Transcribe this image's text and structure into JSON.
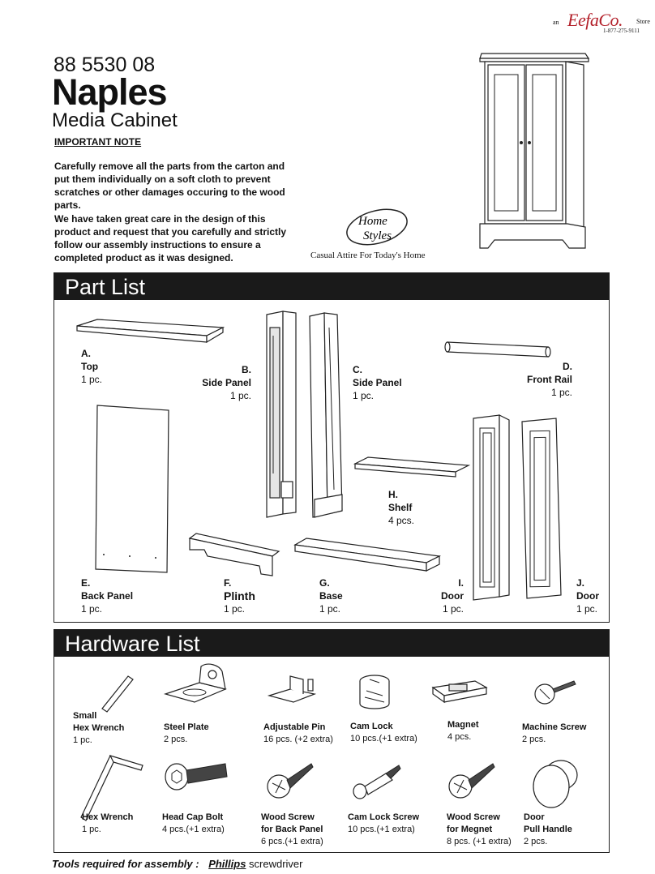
{
  "brand": {
    "prefix": "an",
    "logo": "EefaCo.",
    "suffix": "Store",
    "phone": "1-877-275-9111"
  },
  "header": {
    "model_number": "88 5530 08",
    "product_name": "Naples",
    "subtitle": "Media Cabinet"
  },
  "note": {
    "heading": "IMPORTANT NOTE",
    "paragraph1": "Carefully remove all the parts from the carton and put them individually on a soft cloth to prevent scratches or other damages occuring to the wood parts.",
    "paragraph2": "We have taken great care in the design of this product and request that you carefully and strictly follow our assembly instructions to ensure a completed product as it was designed."
  },
  "homestyles": {
    "logo_line1": "Home",
    "logo_line2": "Styles",
    "tagline": "Casual Attire For  Today's Home"
  },
  "part_list": {
    "title": "Part List",
    "parts": [
      {
        "letter": "A.",
        "name": "Top",
        "qty": "1 pc."
      },
      {
        "letter": "B.",
        "name": "Side Panel",
        "qty": "1 pc."
      },
      {
        "letter": "C.",
        "name": "Side Panel",
        "qty": "1 pc."
      },
      {
        "letter": "D.",
        "name": "Front Rail",
        "qty": "1 pc."
      },
      {
        "letter": "E.",
        "name": "Back Panel",
        "qty": "1 pc."
      },
      {
        "letter": "F.",
        "name": "Plinth",
        "qty": "1 pc."
      },
      {
        "letter": "G.",
        "name": "Base",
        "qty": "1 pc."
      },
      {
        "letter": "H.",
        "name": "Shelf",
        "qty": "4 pcs."
      },
      {
        "letter": "I.",
        "name": "Door",
        "qty": "1 pc."
      },
      {
        "letter": "J.",
        "name": "Door",
        "qty": "1 pc."
      }
    ]
  },
  "hardware_list": {
    "title": "Hardware List",
    "items": [
      {
        "line1": "Small",
        "line2": "Hex Wrench",
        "qty": "1 pc."
      },
      {
        "line1": "Steel Plate",
        "line2": "",
        "qty": "2 pcs."
      },
      {
        "line1": "Adjustable Pin",
        "line2": "",
        "qty": "16 pcs. (+2 extra)"
      },
      {
        "line1": "Cam Lock",
        "line2": "",
        "qty": "10 pcs.(+1 extra)"
      },
      {
        "line1": "Magnet",
        "line2": "",
        "qty": "4 pcs."
      },
      {
        "line1": "Machine Screw",
        "line2": "",
        "qty": "2 pcs."
      },
      {
        "line1": "Hex Wrench",
        "line2": "",
        "qty": "1 pc."
      },
      {
        "line1": "Head Cap Bolt",
        "line2": "",
        "qty": "4 pcs.(+1 extra)"
      },
      {
        "line1": "Wood Screw",
        "line2": "for Back Panel",
        "qty": "6 pcs.(+1 extra)"
      },
      {
        "line1": "Cam Lock Screw",
        "line2": "",
        "qty": "10 pcs.(+1 extra)"
      },
      {
        "line1": "Wood Screw",
        "line2": "for Megnet",
        "qty": "8 pcs. (+1 extra)"
      },
      {
        "line1": "Door",
        "line2": "Pull Handle",
        "qty": "2 pcs."
      }
    ]
  },
  "footer": {
    "label": "Tools required  for  assembly :",
    "tool_brand": "Phillips",
    "tool_rest": " screwdriver"
  }
}
